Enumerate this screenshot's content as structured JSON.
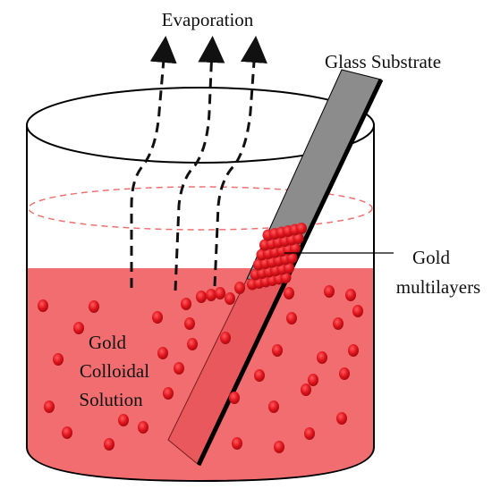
{
  "labels": {
    "evaporation": "Evaporation",
    "glass_substrate": "Glass Substrate",
    "gold_multilayers_line1": "Gold",
    "gold_multilayers_line2": "multilayers",
    "solution_line1": "Gold",
    "solution_line2": "Colloidal",
    "solution_line3": "Solution"
  },
  "colors": {
    "solution": "#f26d70",
    "particle": "#e0141c",
    "particle_dark": "#a80a10",
    "glass": "#8c8c8c",
    "glass_edge": "#000000",
    "outline": "#000000",
    "meniscus_dash": "#f07070"
  },
  "icons": {
    "evaporation_arrows": "dashed-up-arrow"
  }
}
